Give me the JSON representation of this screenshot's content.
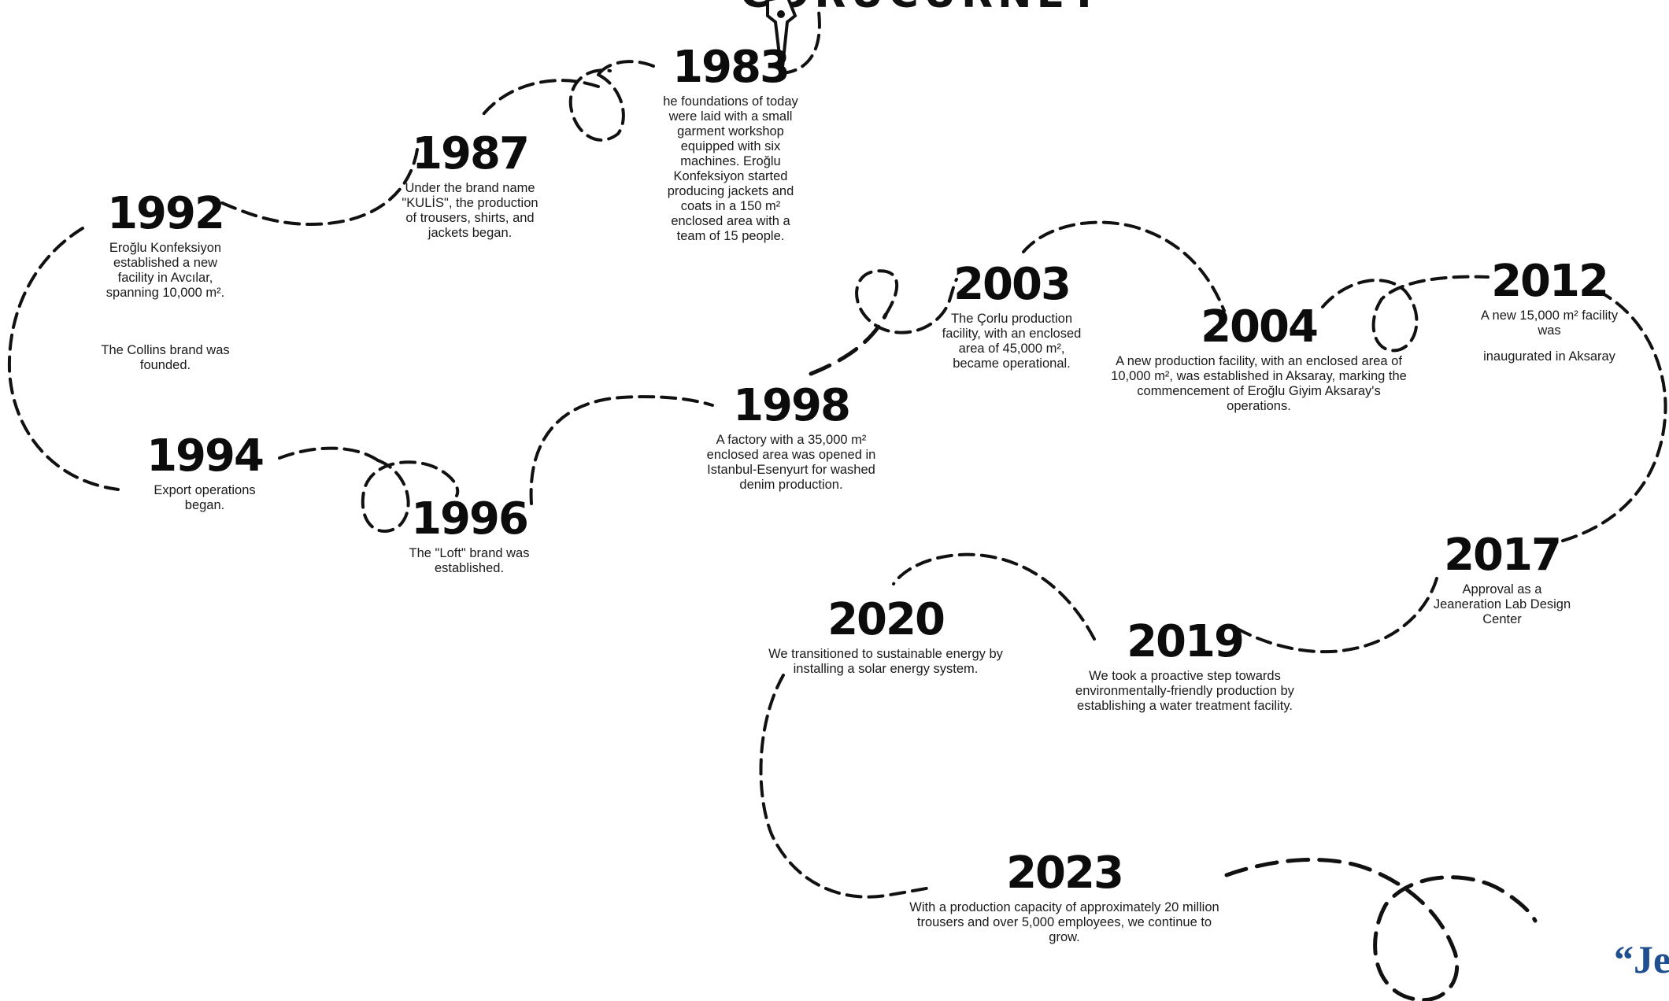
{
  "timeline": {
    "title_partial": "CORUCURNEY",
    "milestones": [
      {
        "year": "1983",
        "text": "he foundations of today were laid with a small garment workshop equipped with six machines. Eroğlu Konfeksiyon started producing jackets and coats in a 150 m² enclosed area with a team of 15 people."
      },
      {
        "year": "1987",
        "text": "Under the brand name \"KULİS\", the production of trousers, shirts, and jackets began."
      },
      {
        "year": "1992",
        "text": "Eroğlu Konfeksiyon established a new facility in Avcılar, spanning 10,000 m²."
      },
      {
        "year": "1994",
        "text": "Export operations began."
      },
      {
        "year": "1996",
        "text": "The \"Loft\" brand was established."
      },
      {
        "year": "1998",
        "text": "A factory with a 35,000 m² enclosed area was opened in Istanbul-Esenyurt for washed denim production."
      },
      {
        "year": "2003",
        "text": "The Çorlu production facility, with an enclosed area of 45,000 m², became operational."
      },
      {
        "year": "2004",
        "text": "A new production facility, with an enclosed area of 10,000 m², was established in Aksaray, marking the commencement of Eroğlu Giyim Aksaray's operations."
      },
      {
        "year": "2012",
        "text": "A new 15,000 m² facility was"
      },
      {
        "year": "2017",
        "text": "Approval as a Jeaneration Lab Design Center"
      },
      {
        "year": "2019",
        "text": "We took a proactive step towards environmentally-friendly production by establishing a water treatment facility."
      },
      {
        "year": "2020",
        "text": "We transitioned to sustainable energy by installing a solar energy system."
      },
      {
        "year": "2023",
        "text": "With a production capacity of approximately 20 million trousers and over 5,000 employees, we continue to grow."
      }
    ],
    "notes": {
      "collins": "The Collins brand was founded.",
      "aksaray": "inaugurated in Aksaray"
    },
    "brand_quote": "“Je"
  }
}
